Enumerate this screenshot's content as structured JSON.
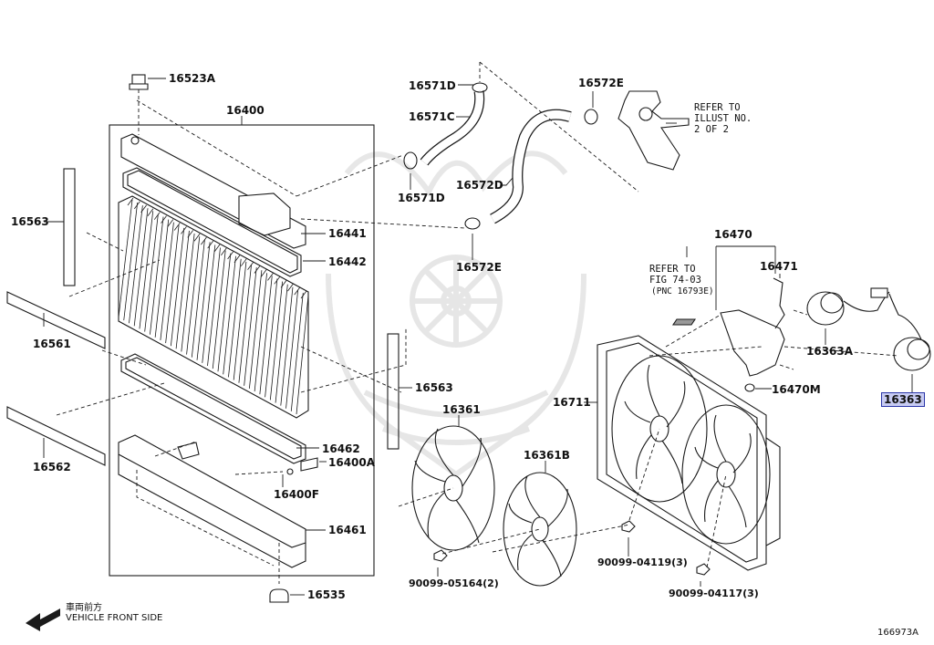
{
  "parts": {
    "p16523A": "16523A",
    "p16400": "16400",
    "p16563a": "16563",
    "p16561": "16561",
    "p16562": "16562",
    "p16441": "16441",
    "p16442": "16442",
    "p16462": "16462",
    "p16400A": "16400A",
    "p16400F": "16400F",
    "p16461": "16461",
    "p16535": "16535",
    "p16571D_top": "16571D",
    "p16571C": "16571C",
    "p16571D_bot": "16571D",
    "p16572D": "16572D",
    "p16572E_top": "16572E",
    "p16572E_bot": "16572E",
    "p16563b": "16563",
    "p16361": "16361",
    "p16361B": "16361B",
    "p90099_05164": "90099-05164(2)",
    "p16711": "16711",
    "p90099_04119": "90099-04119(3)",
    "p90099_04117": "90099-04117(3)",
    "p16470": "16470",
    "p16471": "16471",
    "p16470M": "16470M",
    "p16363A": "16363A",
    "p16363": "16363"
  },
  "notes": {
    "refer_illust": "REFER TO\nILLUST NO.\n2 OF 2",
    "refer_fig": "REFER TO\nFIG 74-03",
    "pnc": "(PNC 16793E)"
  },
  "footer": {
    "japanese": "車両前方",
    "direction": "VEHICLE FRONT SIDE",
    "diagram_id": "166973A"
  },
  "colors": {
    "line": "#1a1a1a",
    "highlight_fill": "#c7cbf2",
    "highlight_border": "#2a36a8",
    "watermark": "#e6e6e6"
  },
  "icons": {
    "direction_arrow": "arrow-left-icon",
    "watermark": "samurai-helmet-icon"
  }
}
